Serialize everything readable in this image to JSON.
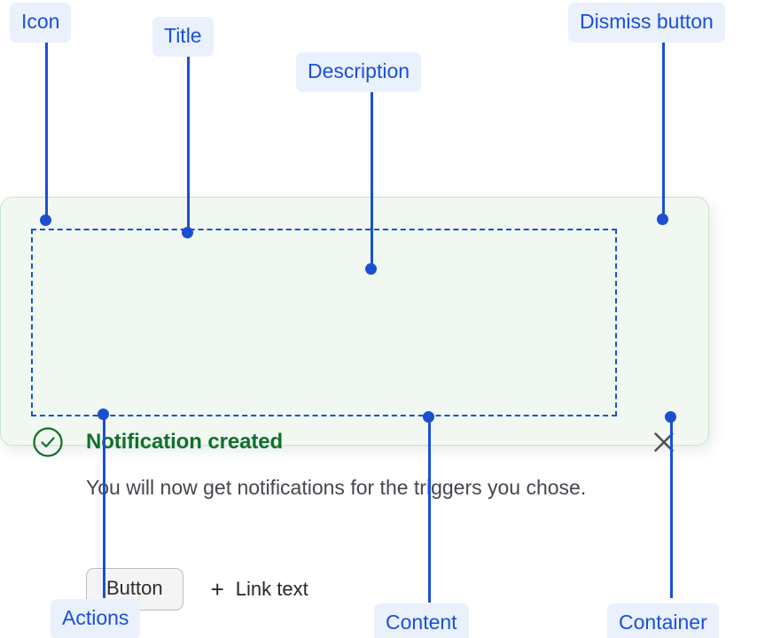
{
  "annotations": [
    {
      "label": "Icon",
      "name": "annotation-icon"
    },
    {
      "label": "Title",
      "name": "annotation-title"
    },
    {
      "label": "Description",
      "name": "annotation-description"
    },
    {
      "label": "Dismiss button",
      "name": "annotation-dismiss-button"
    },
    {
      "label": "Actions",
      "name": "annotation-actions"
    },
    {
      "label": "Content",
      "name": "annotation-content"
    },
    {
      "label": "Container",
      "name": "annotation-container"
    }
  ],
  "toast": {
    "status": "success",
    "icon": "check-circle-icon",
    "title": "Notification created",
    "description": "You will now get notifications for the triggers you chose.",
    "actions": {
      "button_label": "Button",
      "link_icon": "plus-icon",
      "link_label": "Link text"
    },
    "dismiss_icon": "close-icon"
  },
  "colors": {
    "annotation_text": "#1a50d8",
    "annotation_pill_bg": "#eaf1fd",
    "leader_line": "#1a50d8",
    "container_bg": "#f0f8f1",
    "container_border": "#c6e6cd",
    "success_green": "#11702b",
    "description_text": "#44474d",
    "button_bg": "#f4f4f5",
    "button_border": "#b9bcc0",
    "dismiss_icon": "#4b4e53"
  }
}
